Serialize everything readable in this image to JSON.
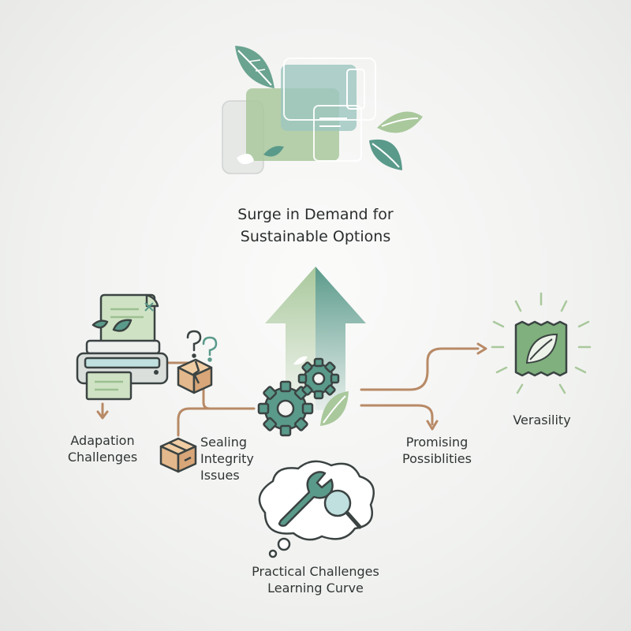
{
  "title": "Surge in Demand for\nSustainable Options",
  "labels": {
    "adaptation": "Adapation\nChallenges",
    "sealing": "Sealing\nIntegrity\nIssues",
    "promising": "Promising\nPossiblities",
    "versatility": "Verasility",
    "practical": "Practical Challenges\nLearning Curve"
  },
  "colors": {
    "sage_green": "#a9c89c",
    "teal": "#5a9a8a",
    "copper_connector": "#b88a66",
    "kraft_box": "#e3b88c",
    "outline": "#3b4342"
  },
  "icons": [
    "overlapping-sustainable-cards-icon",
    "upward-arrow-icon",
    "gears-icon",
    "leaf-icon",
    "printer-icon",
    "question-marks-icon",
    "cracked-box-icon",
    "box-icon",
    "eco-pouch-icon",
    "wrench-magnifier-thought-icon"
  ]
}
